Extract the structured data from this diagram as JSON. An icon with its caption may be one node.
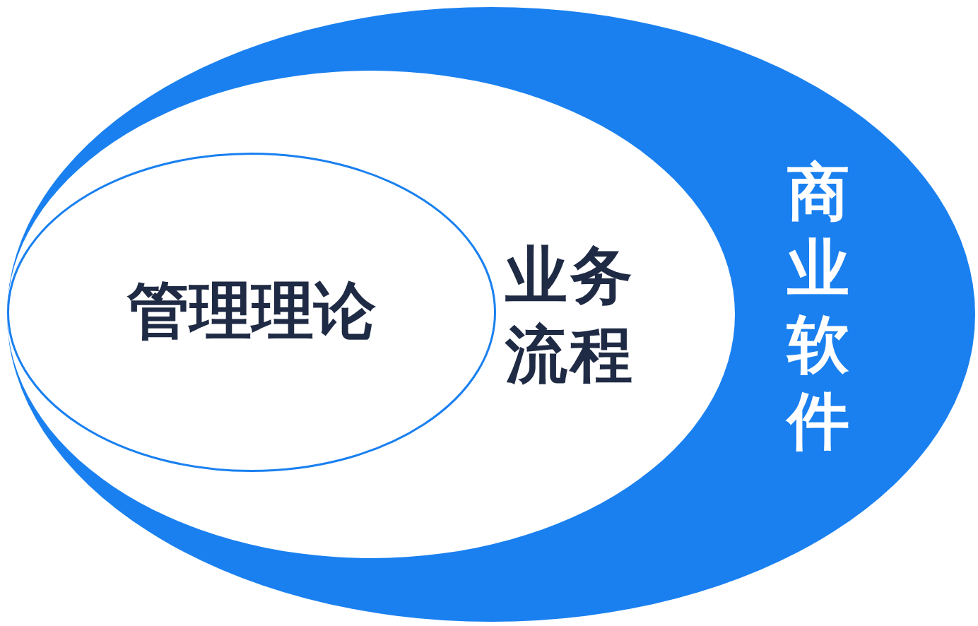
{
  "diagram": {
    "nodes": [
      {
        "text": [
          "商业软件"
        ]
      },
      {
        "text": [
          "业务流程"
        ],
        "in": 0
      },
      {
        "text": [
          "管理理论"
        ],
        "in": 1
      }
    ]
  }
}
